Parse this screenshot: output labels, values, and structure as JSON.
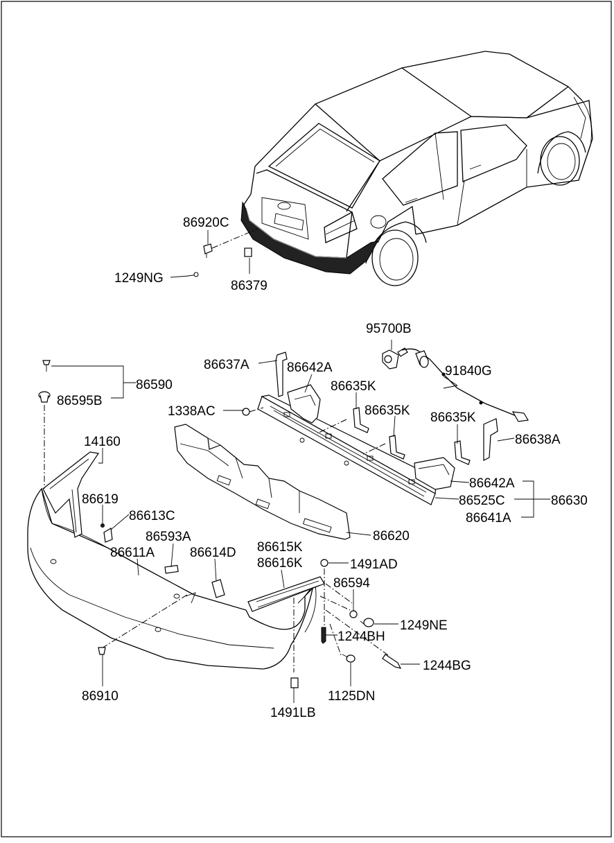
{
  "labels": {
    "p86920C": "86920C",
    "p1249NG": "1249NG",
    "p86379": "86379",
    "p95700B": "95700B",
    "p86637A": "86637A",
    "p86642A_top": "86642A",
    "p91840G": "91840G",
    "p86590": "86590",
    "p86595B": "86595B",
    "p86635K_1": "86635K",
    "p1338AC": "1338AC",
    "p86635K_2": "86635K",
    "p86635K_3": "86635K",
    "p86638A": "86638A",
    "p14160": "14160",
    "p86642A_bottom": "86642A",
    "p86619": "86619",
    "p86525C": "86525C",
    "p86630": "86630",
    "p86613C": "86613C",
    "p86641A": "86641A",
    "p86593A": "86593A",
    "p86620": "86620",
    "p86611A": "86611A",
    "p86614D": "86614D",
    "p86615K": "86615K",
    "p86616K": "86616K",
    "p1491AD": "1491AD",
    "p86594": "86594",
    "p1249NE": "1249NE",
    "p1244BH": "1244BH",
    "p1244BG": "1244BG",
    "p86910": "86910",
    "p1125DN": "1125DN",
    "p1491LB": "1491LB"
  },
  "colors": {
    "line": "#000000",
    "background": "#ffffff",
    "bumper_fill": "#222222"
  }
}
